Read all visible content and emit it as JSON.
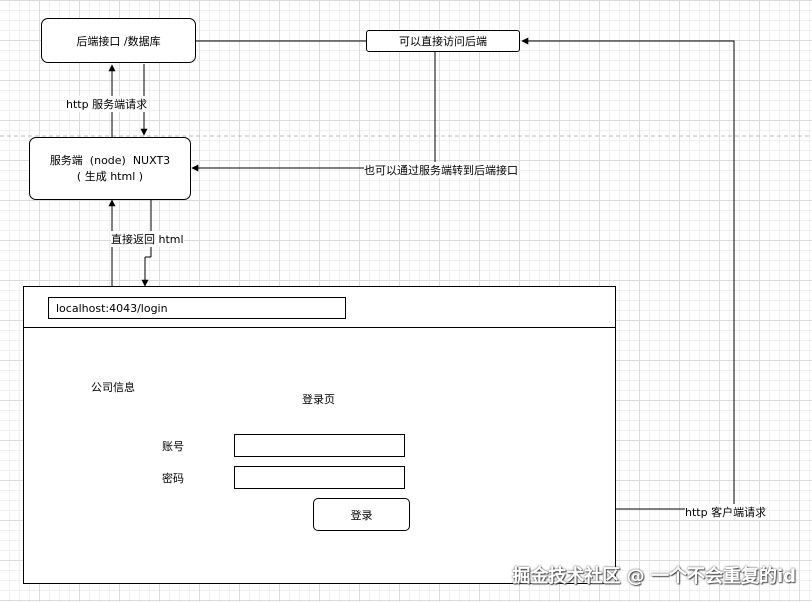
{
  "nodes": {
    "backend": "后端接口 /数据库",
    "direct_access": "可以直接访问后端",
    "server_line1": "服务端  (node)  NUXT3",
    "server_line2": "( 生成 html )",
    "server_forward": "也可以通过服务端转到后端接口"
  },
  "edges": {
    "http_server_request": "http 服务端请求",
    "return_html": "直接返回 html",
    "http_client_request": "http 客户端请求"
  },
  "browser": {
    "url": "localhost:4043/login",
    "company_info": "公司信息",
    "page_title": "登录页",
    "account_label": "账号",
    "password_label": "密码",
    "login_button": "登录"
  },
  "watermark": "掘金技术社区 @ 一个不会重复的id"
}
